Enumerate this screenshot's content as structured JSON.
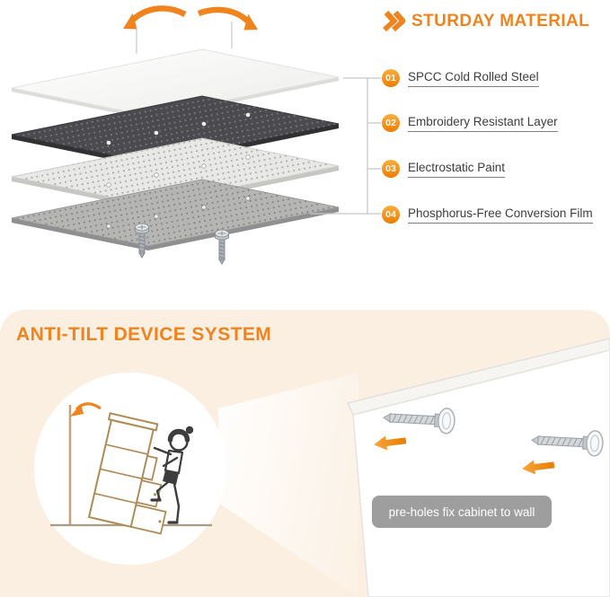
{
  "colors": {
    "accent": "#F0831E",
    "panel_bg": "#FBEFE1",
    "label_text": "#3D3D3D",
    "caption_bg": "#9E9E9E"
  },
  "material_section": {
    "title": "STURDAY MATERIAL",
    "items": [
      {
        "num": "01",
        "label": "SPCC Cold Rolled Steel"
      },
      {
        "num": "02",
        "label": "Embroidery Resistant Layer"
      },
      {
        "num": "03",
        "label": "Electrostatic Paint"
      },
      {
        "num": "04",
        "label": "Phosphorus-Free Conversion Film"
      }
    ]
  },
  "anti_tilt_section": {
    "title": "ANTI-TILT DEVICE SYSTEM",
    "caption": "pre-holes fix cabinet to wall"
  }
}
